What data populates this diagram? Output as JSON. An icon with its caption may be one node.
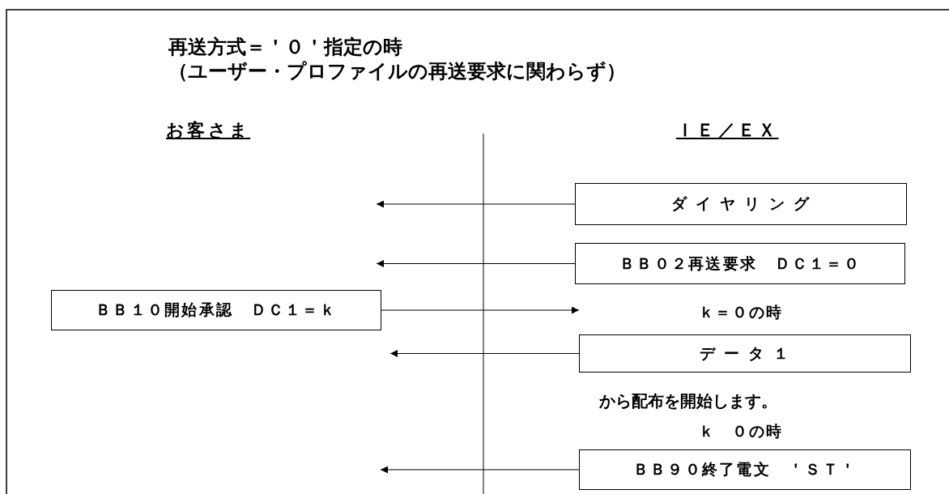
{
  "diagram": {
    "nodes": [
      {
        "text": [
          "ダ イ ヤ リ ン グ"
        ]
      },
      {
        "text": [
          "ＢＢ０２再送要求　ＤＣ１＝０"
        ]
      },
      {
        "text": [
          "ＢＢ１０開始承認　ＤＣ１＝ｋ"
        ]
      },
      {
        "text": [
          "デ ー タ １"
        ]
      },
      {
        "text": [
          "ＢＢ９０終了電文　＇ＳＴ＇"
        ]
      }
    ],
    "edges": [
      {
        "from": 0,
        "to": null,
        "arrow": "to"
      },
      {
        "from": 1,
        "to": null,
        "arrow": "to"
      },
      {
        "from": 2,
        "to": null,
        "arrow": "to"
      },
      {
        "from": 3,
        "to": null,
        "arrow": "to"
      },
      {
        "from": 4,
        "to": null,
        "arrow": "to"
      }
    ],
    "labels": [
      "再送方式＝＇０＇指定の時",
      "（ユーザー・プロファイルの再送要求に関わらず）",
      "お客さま",
      "ＩＥ／ＥＸ",
      "ｋ＝０の時",
      "から配布を開始します。",
      "ｋ　０の時"
    ]
  }
}
